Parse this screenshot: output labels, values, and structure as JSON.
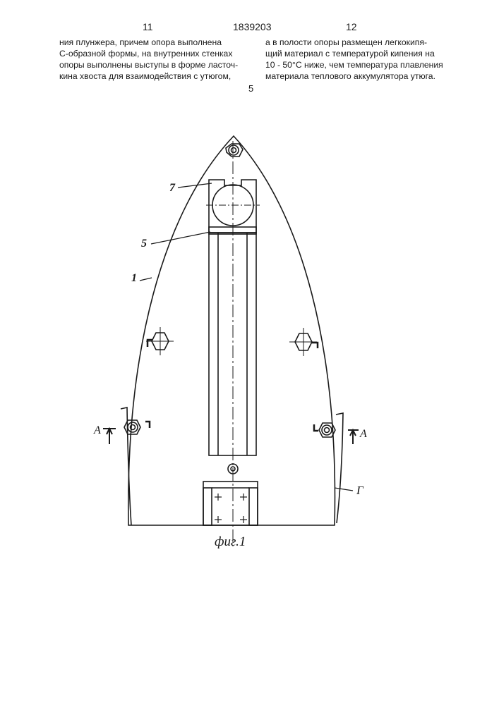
{
  "header": {
    "left_page": "11",
    "patent_number": "1839203",
    "right_page": "12"
  },
  "left_column": [
    "ния плунжера, причем опора выполнена",
    "С-образной формы, на внутренних стенках",
    "опоры выполнены выступы в форме ласточ-",
    "кина хвоста для взаимодействия с утюгом,"
  ],
  "right_column": [
    "а в полости опоры размещен легкокипя-",
    "щий материал с температурой кипения на",
    "10 - 50°С ниже, чем температура плавления",
    "материала теплового аккумулятора утюга."
  ],
  "line_marker": "5",
  "figure": {
    "labels": {
      "part_7": "7",
      "part_5": "5",
      "part_1": "1",
      "section_left": "А",
      "section_right": "А",
      "part_g": "Г"
    },
    "caption": "фиг.1"
  }
}
